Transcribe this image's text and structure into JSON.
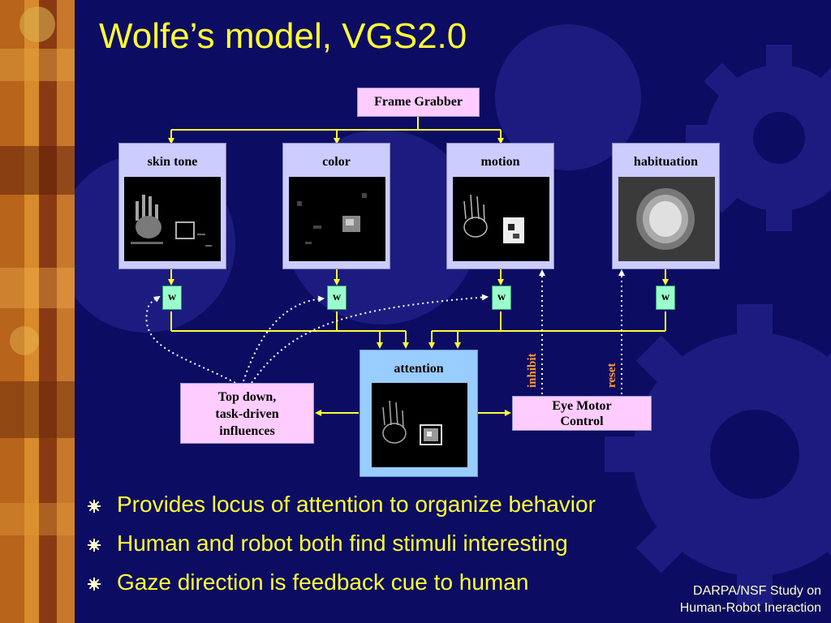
{
  "slide": {
    "title": "Wolfe’s model, VGS2.0",
    "footer_line1": "DARPA/NSF Study on",
    "footer_line2": "Human-Robot Ineraction"
  },
  "diagram": {
    "frame_grabber": "Frame Grabber",
    "panels": [
      {
        "label": "skin tone"
      },
      {
        "label": "color"
      },
      {
        "label": "motion"
      },
      {
        "label": "habituation"
      }
    ],
    "weight_label": "w",
    "attention": "attention",
    "top_down": [
      "Top down,",
      "task-driven",
      "influences"
    ],
    "eye_motor": [
      "Eye Motor",
      "Control"
    ],
    "inhibit": "inhibit",
    "reset": "reset"
  },
  "bullets": [
    "Provides locus of attention to organize behavior",
    "Human and robot both find stimuli interesting",
    "Gaze direction is feedback cue to human"
  ],
  "colors": {
    "background": "#0c0c63",
    "title": "#ffff33",
    "connector": "#ffff33",
    "feedback_label": "#ff9933"
  }
}
